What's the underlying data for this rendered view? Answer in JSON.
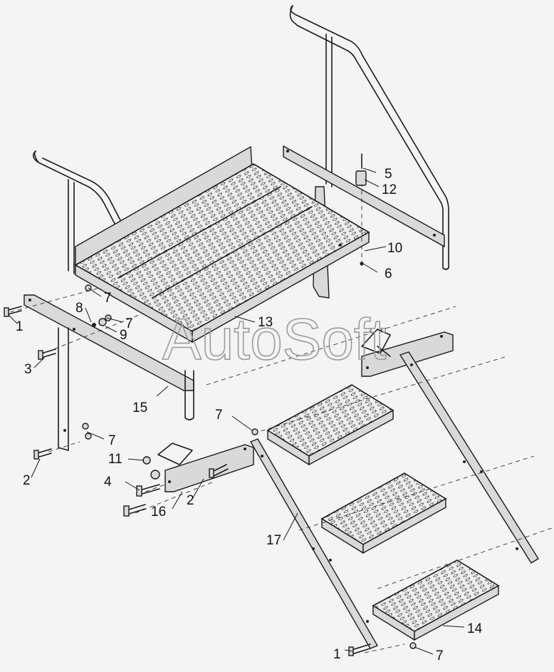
{
  "watermark": "AutoSoft",
  "callouts": [
    "1",
    "2",
    "3",
    "4",
    "5",
    "6",
    "7",
    "8",
    "9",
    "10",
    "11",
    "12",
    "13",
    "14",
    "15",
    "16",
    "17"
  ],
  "parts": {
    "bolt": "1",
    "bolt_2": "2",
    "bolt_3": "3",
    "bolt_4": "4",
    "pin": "5",
    "pin_end": "6",
    "nut": "7",
    "washer_8": "8",
    "washer_9": "9",
    "rod": "10",
    "nut_11": "11",
    "bushing": "12",
    "platform": "13",
    "step": "14",
    "frame": "15",
    "bracket": "16",
    "stringer": "17"
  },
  "colors": {
    "background": "#f4f4f4",
    "line": "#1a1a1a",
    "watermark": "#9a9a9a"
  }
}
